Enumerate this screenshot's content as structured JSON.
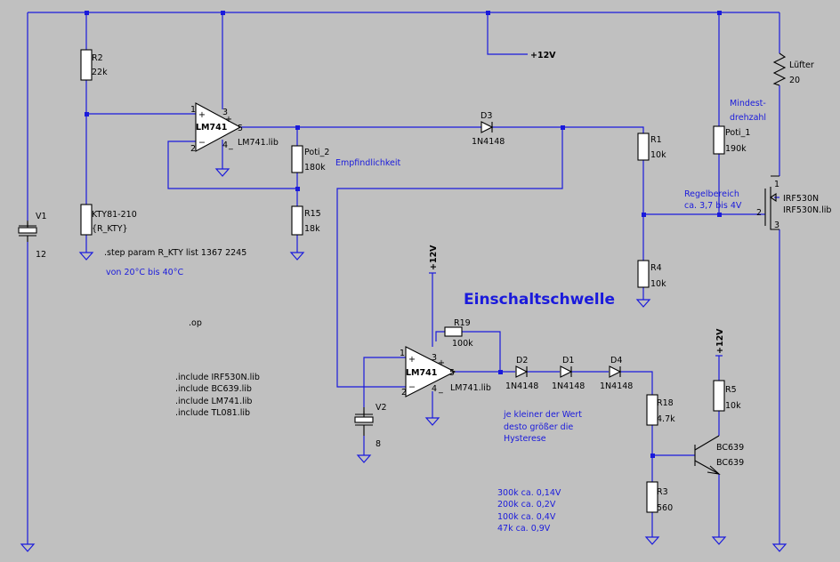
{
  "components": {
    "v1": {
      "name": "V1",
      "value": "12"
    },
    "v2": {
      "name": "V2",
      "value": "8"
    },
    "r1": {
      "name": "R1",
      "value": "10k"
    },
    "r2": {
      "name": "R2",
      "value": "22k"
    },
    "r3": {
      "name": "R3",
      "value": "560"
    },
    "r4": {
      "name": "R4",
      "value": "10k"
    },
    "r5": {
      "name": "R5",
      "value": "10k"
    },
    "r15": {
      "name": "R15",
      "value": "18k"
    },
    "r18": {
      "name": "R18",
      "value": "4.7k"
    },
    "r19": {
      "name": "R19",
      "value": "100k"
    },
    "poti1": {
      "name": "Poti_1",
      "value": "190k"
    },
    "poti2": {
      "name": "Poti_2",
      "value": "180k"
    },
    "kty": {
      "name": "KTY81-210",
      "value": "{R_KTY}"
    },
    "luefter": {
      "name": "Lüfter",
      "value": "20"
    },
    "u1": {
      "name": "LM741",
      "model": "LM741.lib"
    },
    "u2": {
      "name": "LM741",
      "model": "LM741.lib"
    },
    "d1": {
      "name": "D1",
      "value": "1N4148"
    },
    "d2": {
      "name": "D2",
      "value": "1N4148"
    },
    "d3": {
      "name": "D3",
      "value": "1N4148"
    },
    "d4": {
      "name": "D4",
      "value": "1N4148"
    },
    "q1": {
      "name": "BC639",
      "value": "BC639"
    },
    "m1": {
      "name": "IRF530N",
      "model": "IRF530N.lib"
    }
  },
  "pins": {
    "p1": "1",
    "p2": "2",
    "p3": "3",
    "p4": "4",
    "p5": "5"
  },
  "nets": {
    "vcc": "+12V"
  },
  "directives": {
    "step": ".step param R_KTY list 1367 2245",
    "op": ".op",
    "includes": [
      ".include IRF530N.lib",
      ".include BC639.lib",
      ".include LM741.lib",
      ".include TL081.lib"
    ]
  },
  "comments": {
    "temp_range": "von 20°C bis 40°C",
    "empfindlichkeit": "Empfindlichkeit",
    "mindest1": "Mindest-",
    "mindest2": "drehzahl",
    "regel1": "Regelbereich",
    "regel2": "ca. 3,7 bis 4V",
    "title": "Einschaltschwelle",
    "hyst1": "je kleiner der Wert",
    "hyst2": "desto größer die",
    "hyst3": "Hysterese",
    "table": [
      "300k ca. 0,14V",
      "200k ca. 0,2V",
      "100k ca. 0,4V",
      "47k ca. 0,9V"
    ]
  }
}
